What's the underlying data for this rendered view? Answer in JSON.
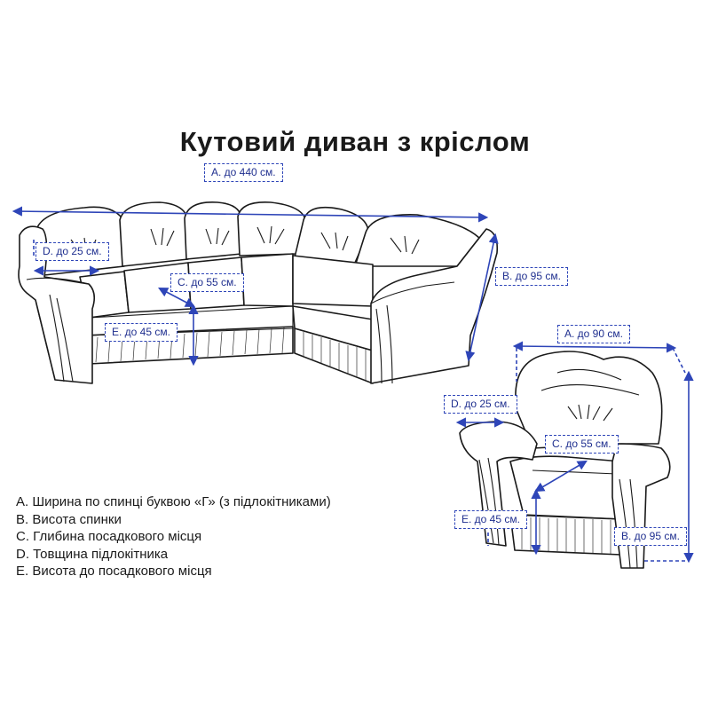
{
  "title": "Кутовий диван з кріслом",
  "sofa_labels": {
    "a": "A. до 440 см.",
    "b": "B. до 95 см.",
    "c": "C. до 55 см.",
    "d": "D. до 25 см.",
    "e": "E. до 45 см."
  },
  "chair_labels": {
    "a": "A. до 90 см.",
    "b": "B. до 95 см.",
    "c": "C. до 55 см.",
    "d": "D. до 25 см.",
    "e": "E. до 45 см."
  },
  "legend": [
    "A. Ширина по спинці буквою «Г» (з підлокітниками)",
    "B. Висота спинки",
    "C. Глибина посадкового місця",
    "D. Товщина підлокітника",
    "E. Висота до посадкового місця"
  ],
  "colors": {
    "dimension": "#2e45b8",
    "line": "#1a1a1a"
  }
}
